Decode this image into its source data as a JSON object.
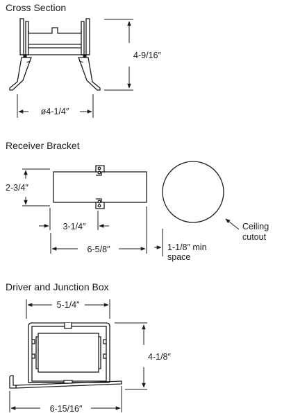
{
  "cross_section": {
    "title": "Cross Section",
    "height_dim": "4-9/16″",
    "diameter_dim": "ø4-1/4″"
  },
  "receiver_bracket": {
    "title": "Receiver Bracket",
    "height_dim": "2-3/4″",
    "inner_width_dim": "3-1/4″",
    "outer_width_dim": "6-5/8″",
    "cutout_label_line1": "Ceiling",
    "cutout_label_line2": "cutout",
    "space_dim": "1-1/8″ min",
    "space_label": "space"
  },
  "driver_box": {
    "title": "Driver and Junction Box",
    "top_width_dim": "5-1/4″",
    "height_dim": "4-1/8″",
    "bottom_width_dim": "6-15/16″"
  },
  "colors": {
    "line": "#1a1a1a",
    "background": "#ffffff"
  }
}
